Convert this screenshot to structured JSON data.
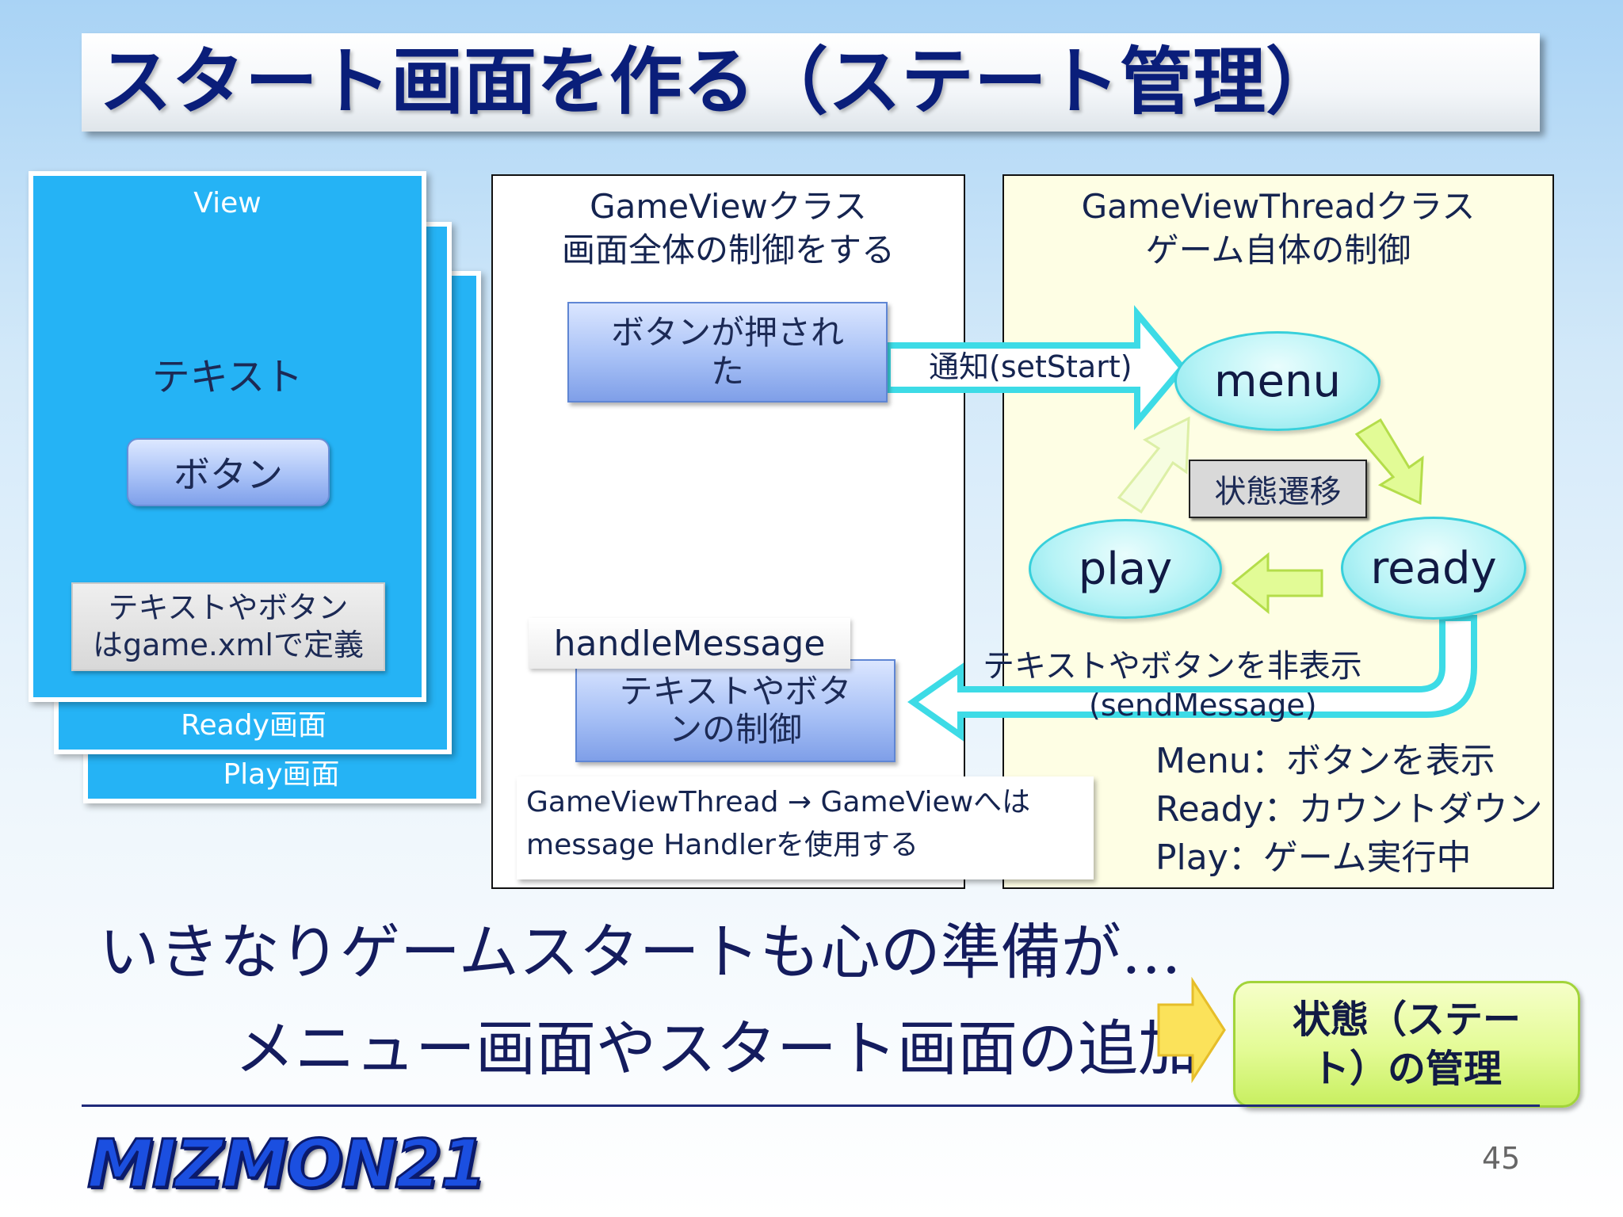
{
  "title": "スタート画面を作る（ステート管理）",
  "view_stack": {
    "front_label": "View",
    "text_label": "テキスト",
    "button_label": "ボタン",
    "note": [
      "テキストやボタン",
      "はgame.xmlで定義"
    ],
    "ready_label": "Ready画面",
    "play_label": "Play画面"
  },
  "gameview_panel": {
    "title_lines": [
      "GameViewクラス",
      "画面全体の制御をする"
    ],
    "button_pressed": [
      "ボタンが押され",
      "た"
    ],
    "handle_message_label": "handleMessage",
    "text_button_control": [
      "テキストやボタ",
      "ンの制御"
    ]
  },
  "thread_panel": {
    "title_lines": [
      "GameViewThreadクラス",
      "ゲーム自体の制御"
    ],
    "state_menu": "menu",
    "state_ready": "ready",
    "state_play": "play",
    "state_transition_label": "状態遷移"
  },
  "arrows": {
    "notify_label": "通知(setStart)",
    "hide_label_line1": "テキストやボタンを非表示",
    "hide_label_line2": "(sendMessage)"
  },
  "state_desc": [
    "Menu：ボタンを表示",
    "Ready：カウントダウン",
    "Play：ゲーム実行中"
  ],
  "message_note": [
    "GameViewThread → GameViewへは",
    "message Handlerを使用する"
  ],
  "bottom": {
    "line1": "いきなりゲームスタートも心の準備が…",
    "line2": "メニュー画面やスタート画面の追加",
    "state_mgmt_box": [
      "状態（ステー",
      "ト）の管理"
    ]
  },
  "footer": {
    "logo": "MIZMON21",
    "page_number": "45"
  },
  "colors": {
    "title_text": "#0a1e7a",
    "view_card_blue": "#25b3f5",
    "thread_panel_bg": "#fefee4",
    "cyan_arrow": "#3ddbe6",
    "light_green_arrow": "#dcfb96"
  }
}
